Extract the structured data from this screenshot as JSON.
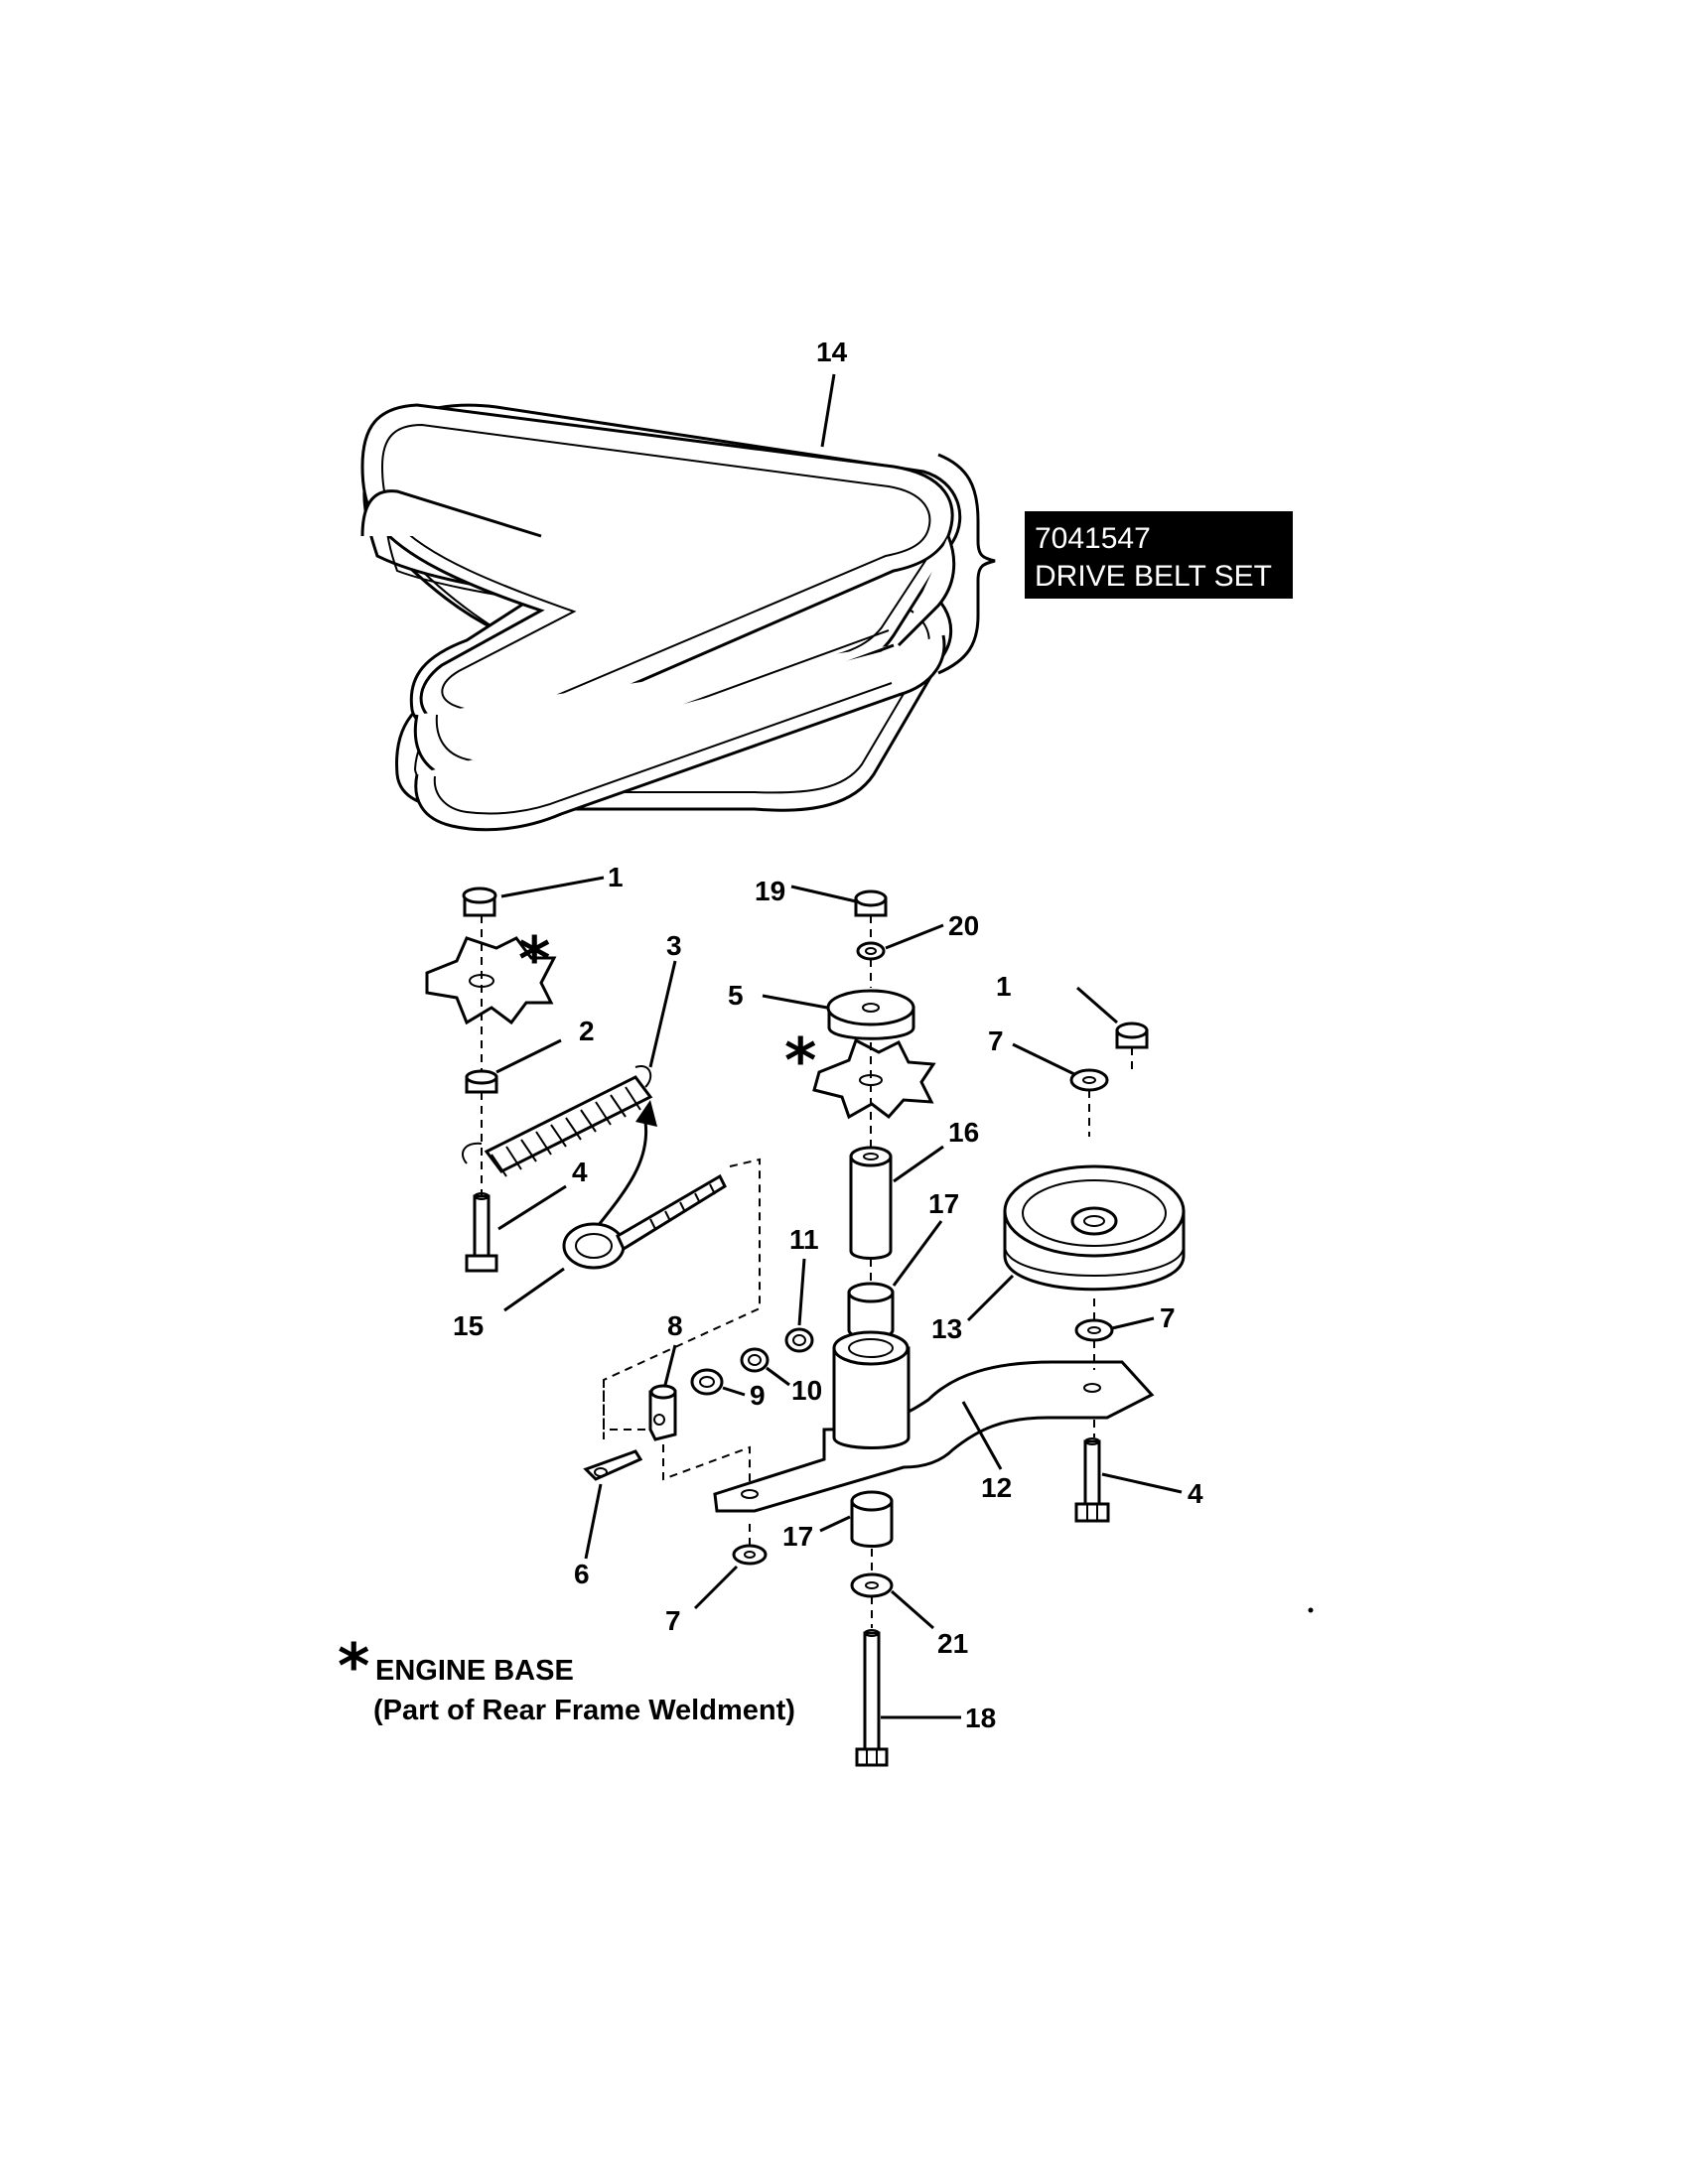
{
  "diagram": {
    "callouts": {
      "c1a": "1",
      "c1b": "1",
      "c2": "2",
      "c3": "3",
      "c4a": "4",
      "c4b": "4",
      "c5": "5",
      "c6": "6",
      "c7a": "7",
      "c7b": "7",
      "c7c": "7",
      "c8": "8",
      "c9": "9",
      "c10": "10",
      "c11": "11",
      "c12": "12",
      "c13": "13",
      "c14": "14",
      "c15": "15",
      "c16": "16",
      "c17a": "17",
      "c17b": "17",
      "c18": "18",
      "c19": "19",
      "c20": "20",
      "c21": "21"
    },
    "belt_set": {
      "part_number": "7041547",
      "name": "DRIVE BELT SET"
    },
    "note": {
      "symbol": "*",
      "title": "ENGINE BASE",
      "subtitle": "(Part of Rear Frame Weldment)"
    }
  }
}
